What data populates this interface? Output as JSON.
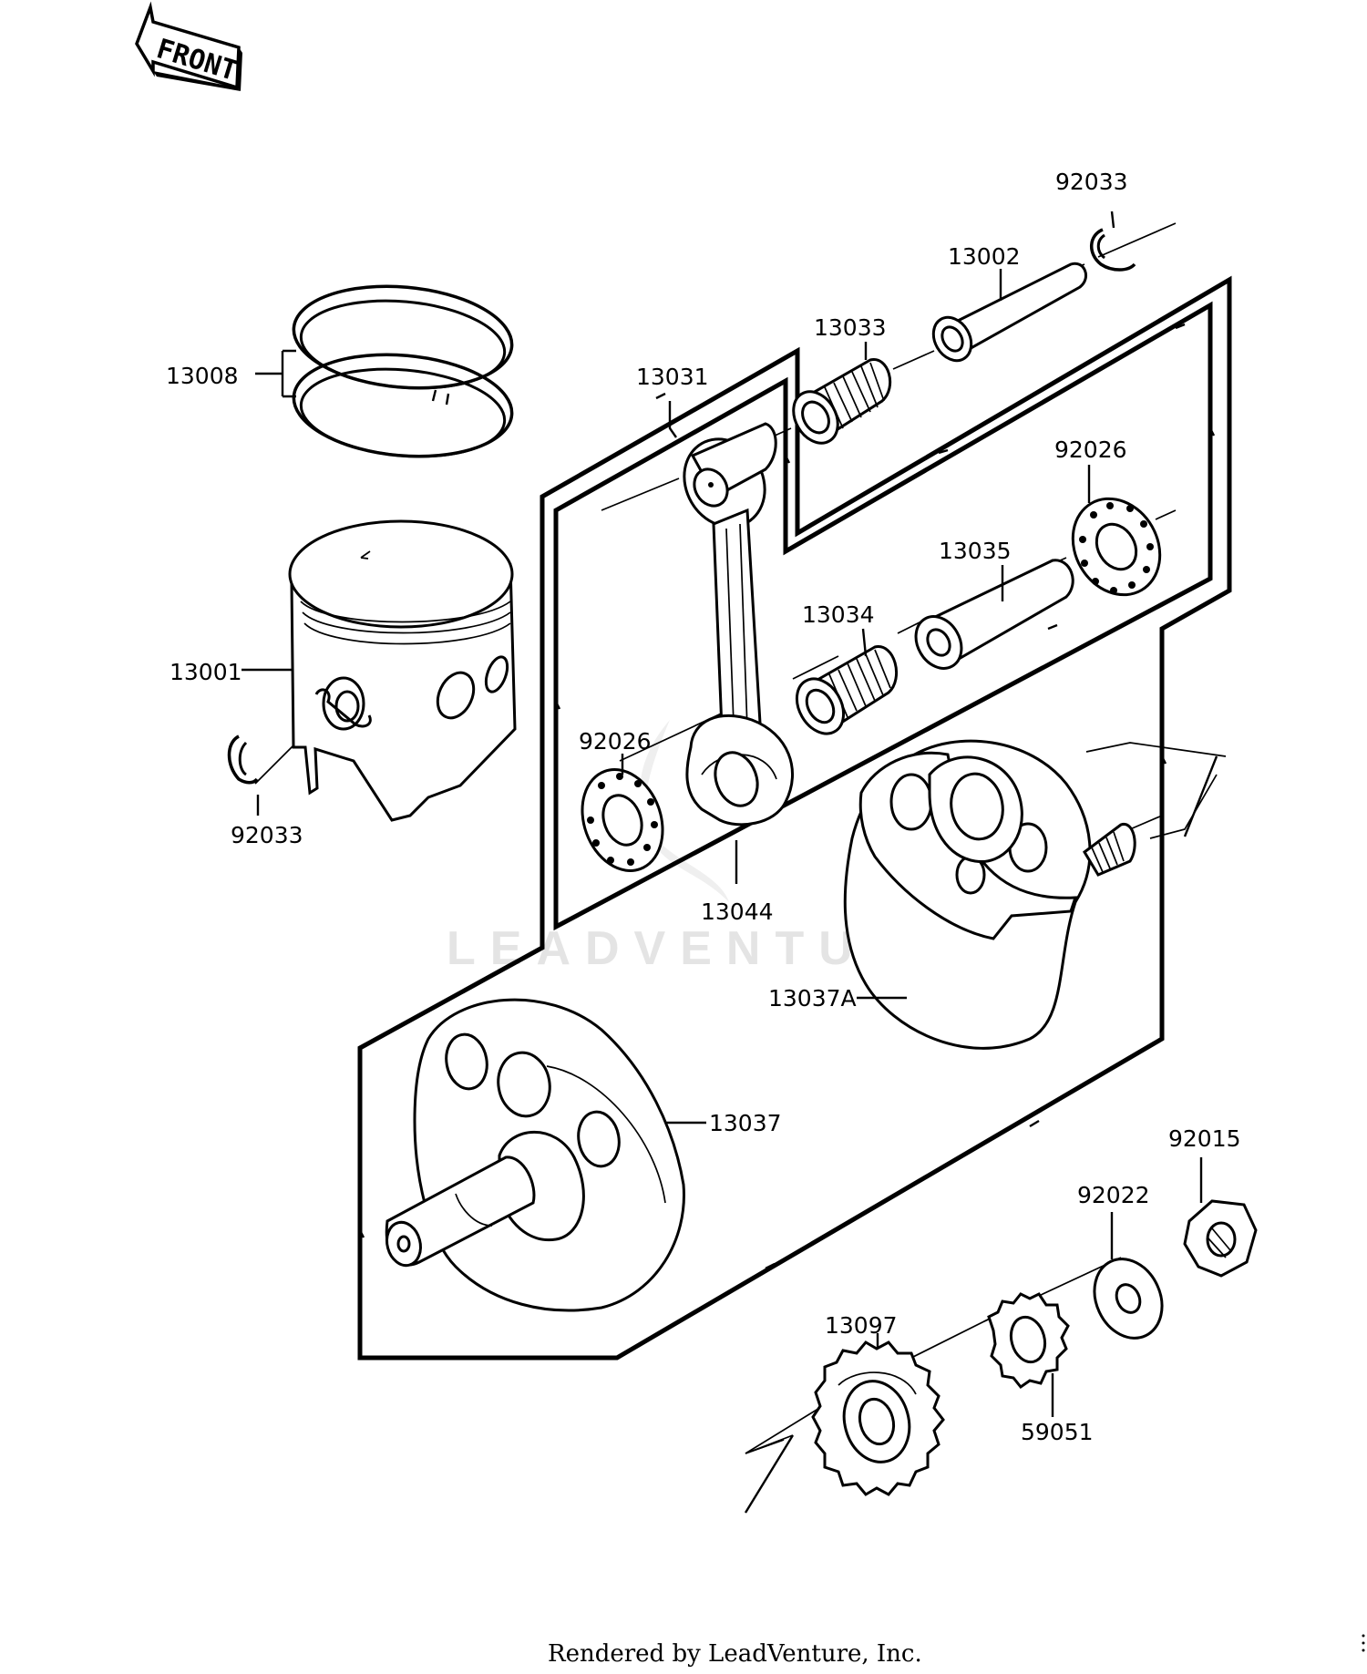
{
  "front_arrow": {
    "text": "FRONT"
  },
  "watermark": {
    "text": "LEADVENTURE"
  },
  "footer": {
    "text": "Rendered by LeadVenture, Inc."
  },
  "parts": [
    {
      "id": "p92033a",
      "number": "92033",
      "name": "circlip-right"
    },
    {
      "id": "p13002",
      "number": "13002",
      "name": "piston-pin"
    },
    {
      "id": "p13033",
      "number": "13033",
      "name": "small-end-bearing"
    },
    {
      "id": "p13031",
      "number": "13031",
      "name": "connecting-rod-assembly"
    },
    {
      "id": "p13008",
      "number": "13008",
      "name": "piston-rings"
    },
    {
      "id": "p92026a",
      "number": "92026",
      "name": "thrust-washer-upper"
    },
    {
      "id": "p13035",
      "number": "13035",
      "name": "crank-pin"
    },
    {
      "id": "p13034",
      "number": "13034",
      "name": "big-end-bearing"
    },
    {
      "id": "p13001",
      "number": "13001",
      "name": "piston"
    },
    {
      "id": "p92026b",
      "number": "92026",
      "name": "thrust-washer-lower"
    },
    {
      "id": "p92033b",
      "number": "92033",
      "name": "circlip-left"
    },
    {
      "id": "p13044",
      "number": "13044",
      "name": "connecting-rod"
    },
    {
      "id": "p13037A",
      "number": "13037A",
      "name": "crank-flywheel-right"
    },
    {
      "id": "p13037",
      "number": "13037",
      "name": "crank-flywheel-left"
    },
    {
      "id": "p92015",
      "number": "92015",
      "name": "nut"
    },
    {
      "id": "p92022",
      "number": "92022",
      "name": "washer"
    },
    {
      "id": "p13097",
      "number": "13097",
      "name": "primary-gear"
    },
    {
      "id": "p59051",
      "number": "59051",
      "name": "pump-drive-gear"
    }
  ]
}
